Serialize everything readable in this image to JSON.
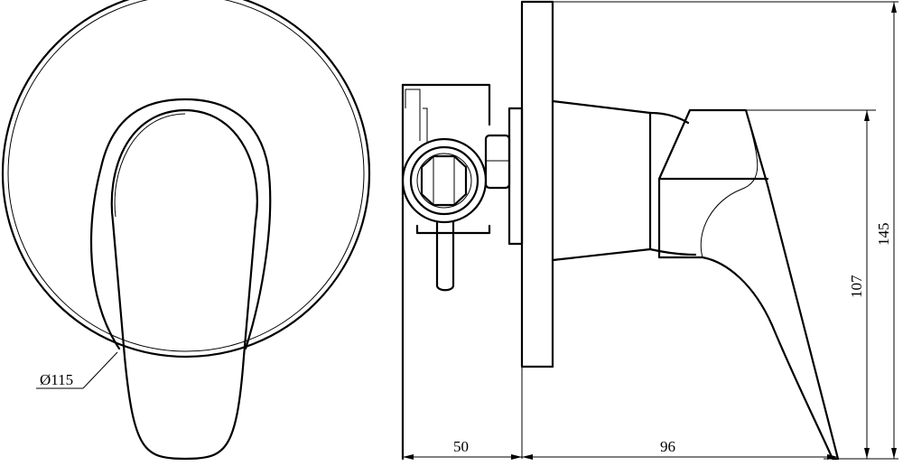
{
  "drawing": {
    "front_view": {
      "diameter_label": "Ø115"
    },
    "dimensions": {
      "mount_depth": "50",
      "projection": "96",
      "lever_height": "107",
      "total_height": "145"
    }
  }
}
